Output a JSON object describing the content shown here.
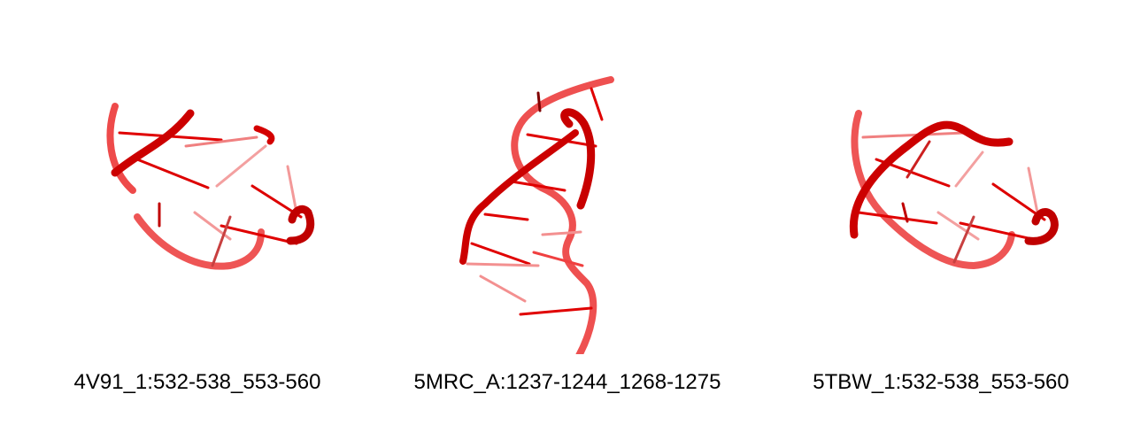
{
  "panels": [
    {
      "caption": "4V91_1:532-538_553-560"
    },
    {
      "caption": "5MRC_A:1237-1244_1268-1275"
    },
    {
      "caption": "5TBW_1:532-538_553-560"
    }
  ],
  "colors": {
    "backbone_front": "#d40000",
    "backbone_back": "#f06060",
    "base_front": "#e00000",
    "base_back": "#f39090",
    "background": "#ffffff"
  }
}
